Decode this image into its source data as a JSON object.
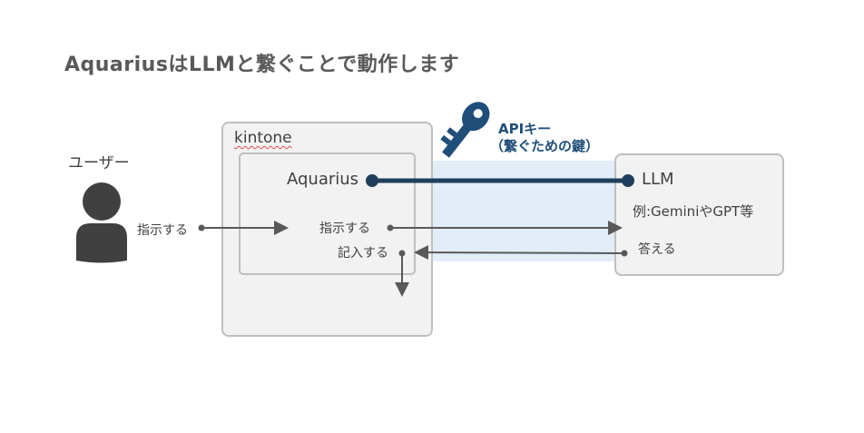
{
  "title": "AquariusはLLMと繋ぐことで動作します",
  "user": {
    "label": "ユーザー",
    "action": "指示する"
  },
  "kintone": {
    "label": "kintone"
  },
  "aquarius": {
    "label": "Aquarius",
    "instruct": "指示する",
    "write": "記入する"
  },
  "llm": {
    "label": "LLM",
    "examples": "例:GeminiやGPT等",
    "answer": "答える"
  },
  "api_key": {
    "line1": "APIキー",
    "line2": "（繋ぐための鍵）"
  },
  "colors": {
    "connection": "#1f3f5c",
    "arrow": "#595959",
    "band": "#dbe9f6",
    "box_border": "#bfbfbf",
    "box_fill": "#f2f2f2",
    "key": "#1f4e79"
  },
  "icons": [
    "user-icon",
    "key-icon"
  ]
}
